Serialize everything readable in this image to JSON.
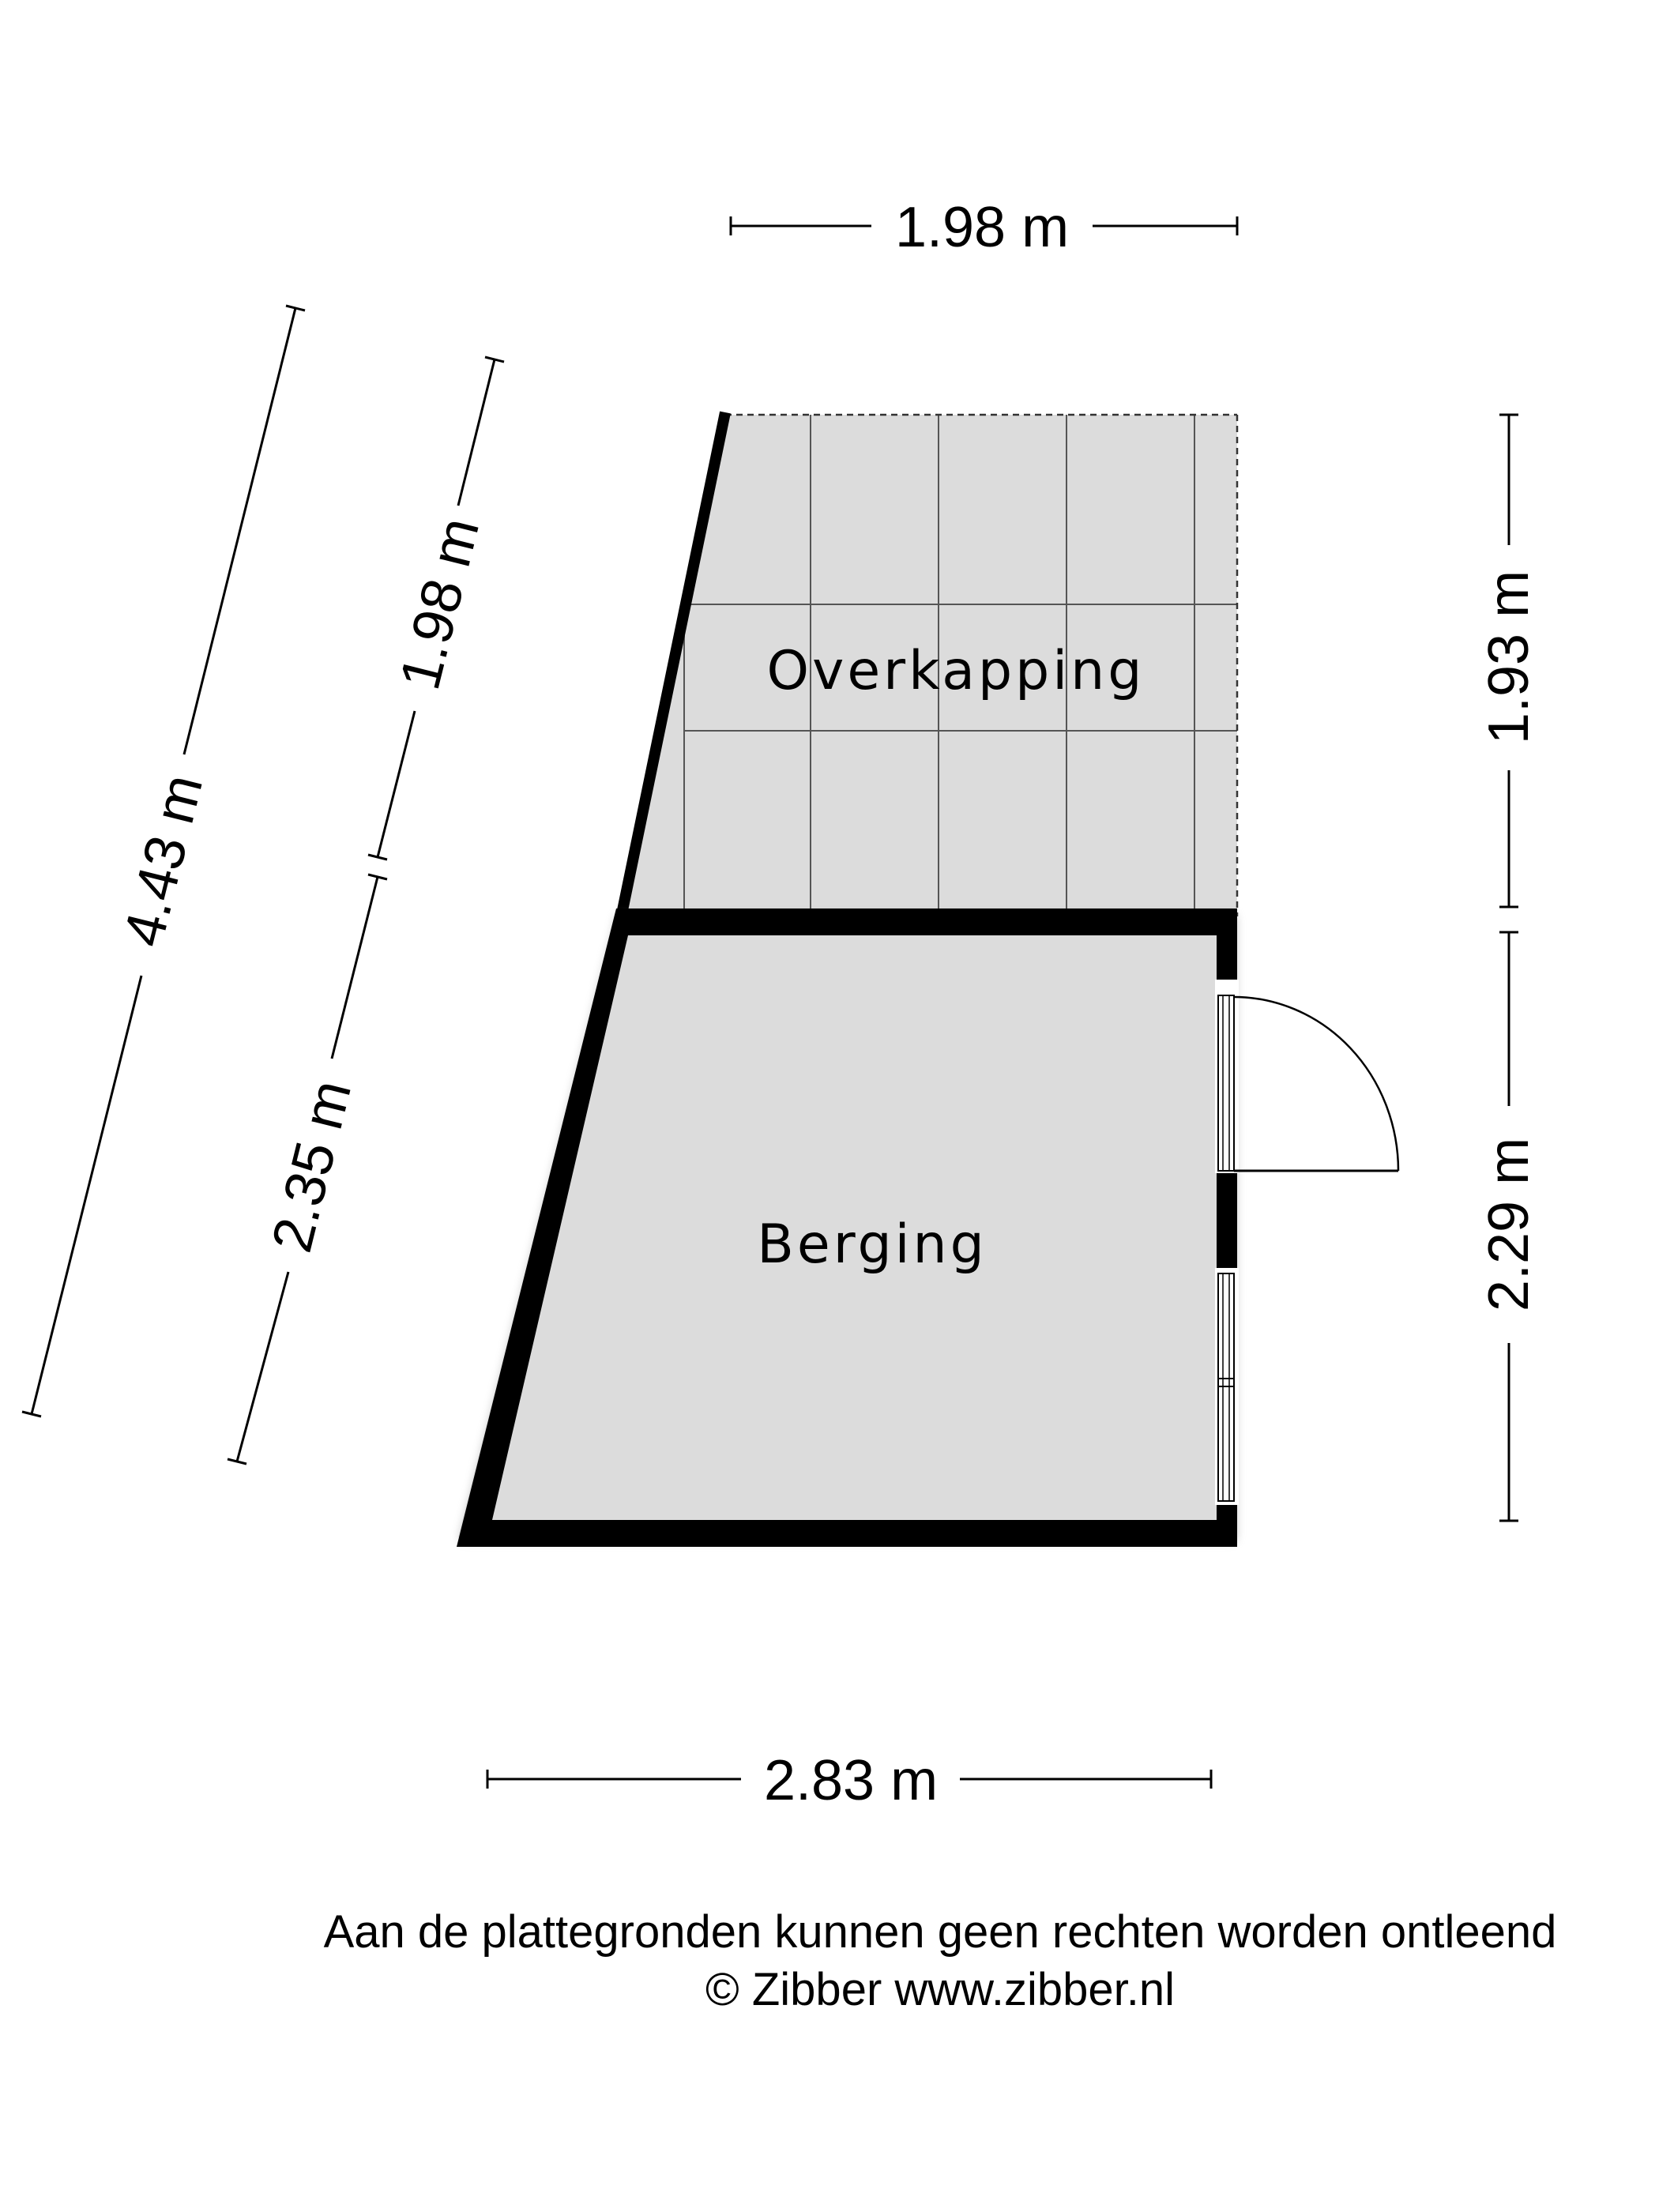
{
  "rooms": {
    "overkapping": "Overkapping",
    "berging": "Berging"
  },
  "dimensions": {
    "top_width": "1.98 m",
    "bottom_width": "2.83 m",
    "left_total": "4.43 m",
    "left_upper": "1.98 m",
    "left_lower": "2.35 m",
    "right_upper": "1.93 m",
    "right_lower": "2.29 m"
  },
  "footer": {
    "disclaimer": "Aan de plattegronden kunnen geen rechten worden ontleend",
    "copyright": "© Zibber www.zibber.nl"
  },
  "colors": {
    "floor": "#dcdcdc",
    "wall": "#000000",
    "background": "#ffffff"
  }
}
